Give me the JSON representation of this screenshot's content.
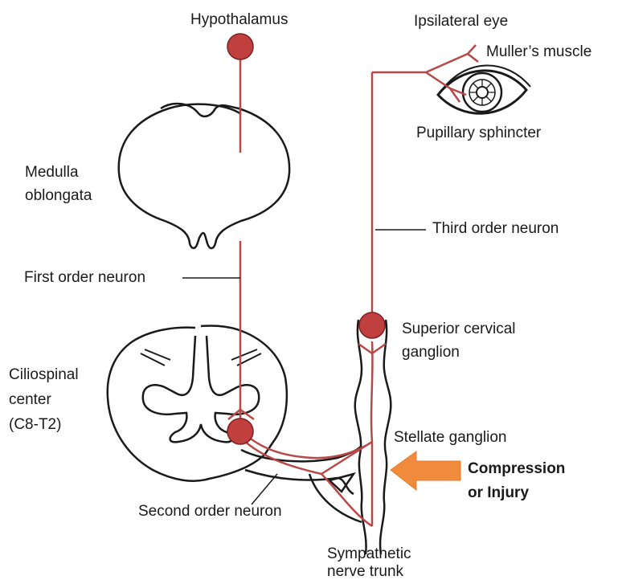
{
  "labels": {
    "hypothalamus": "Hypothalamus",
    "ipsilateral_eye": "Ipsilateral eye",
    "muller_muscle": "Muller’s muscle",
    "pupillary_sphincter": "Pupillary sphincter",
    "medulla_line1": "Medulla",
    "medulla_line2": "oblongata",
    "third_order": "Third order neuron",
    "first_order": "First order neuron",
    "superior_line1": "Superior cervical",
    "superior_line2": "ganglion",
    "ciliospinal_line1": "Ciliospinal",
    "ciliospinal_line2": "center",
    "ciliospinal_line3": "(C8-T2)",
    "stellate": "Stellate ganglion",
    "compression_line1": "Compression",
    "compression_line2": "or Injury",
    "second_order": "Second order neuron",
    "sympathetic_line1": "Sympathetic",
    "sympathetic_line2": "nerve trunk"
  },
  "colors": {
    "neuron": "#b84848",
    "ganglion_fill": "#c0403f",
    "arrow": "#f08a3c",
    "outline": "#1a1a1a"
  }
}
